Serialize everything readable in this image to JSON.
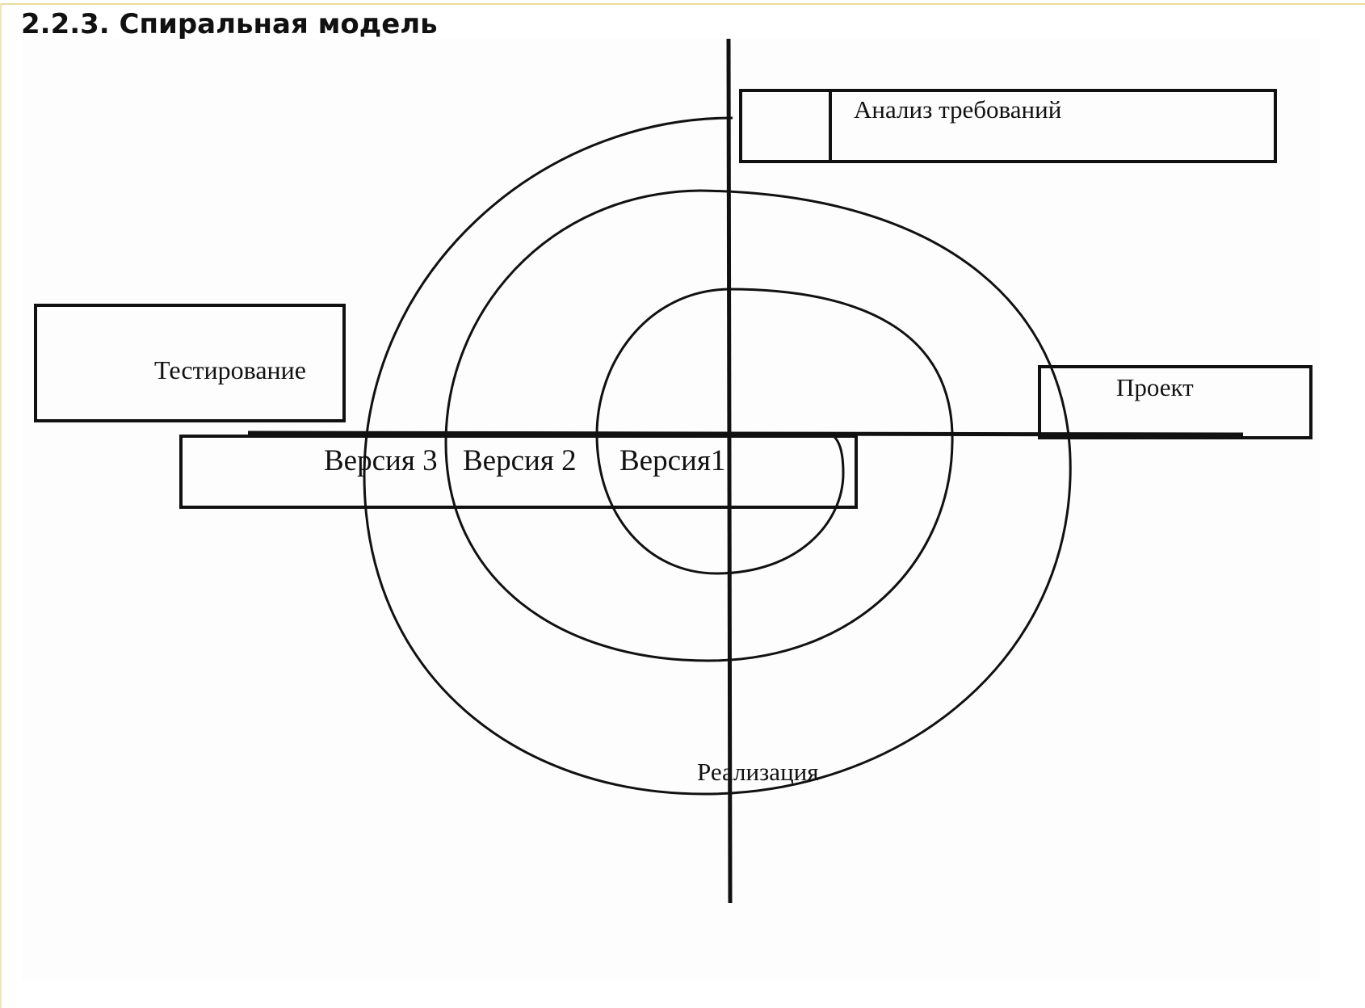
{
  "page": {
    "heading": "2.2.3. Спиральная модель"
  },
  "diagram": {
    "phases": {
      "requirements": "Анализ требований",
      "design": "Проект",
      "implementation": "Реализация",
      "testing": "Тестирование"
    },
    "versions": [
      "Версия 3",
      "Версия 2",
      "Версия1"
    ]
  }
}
